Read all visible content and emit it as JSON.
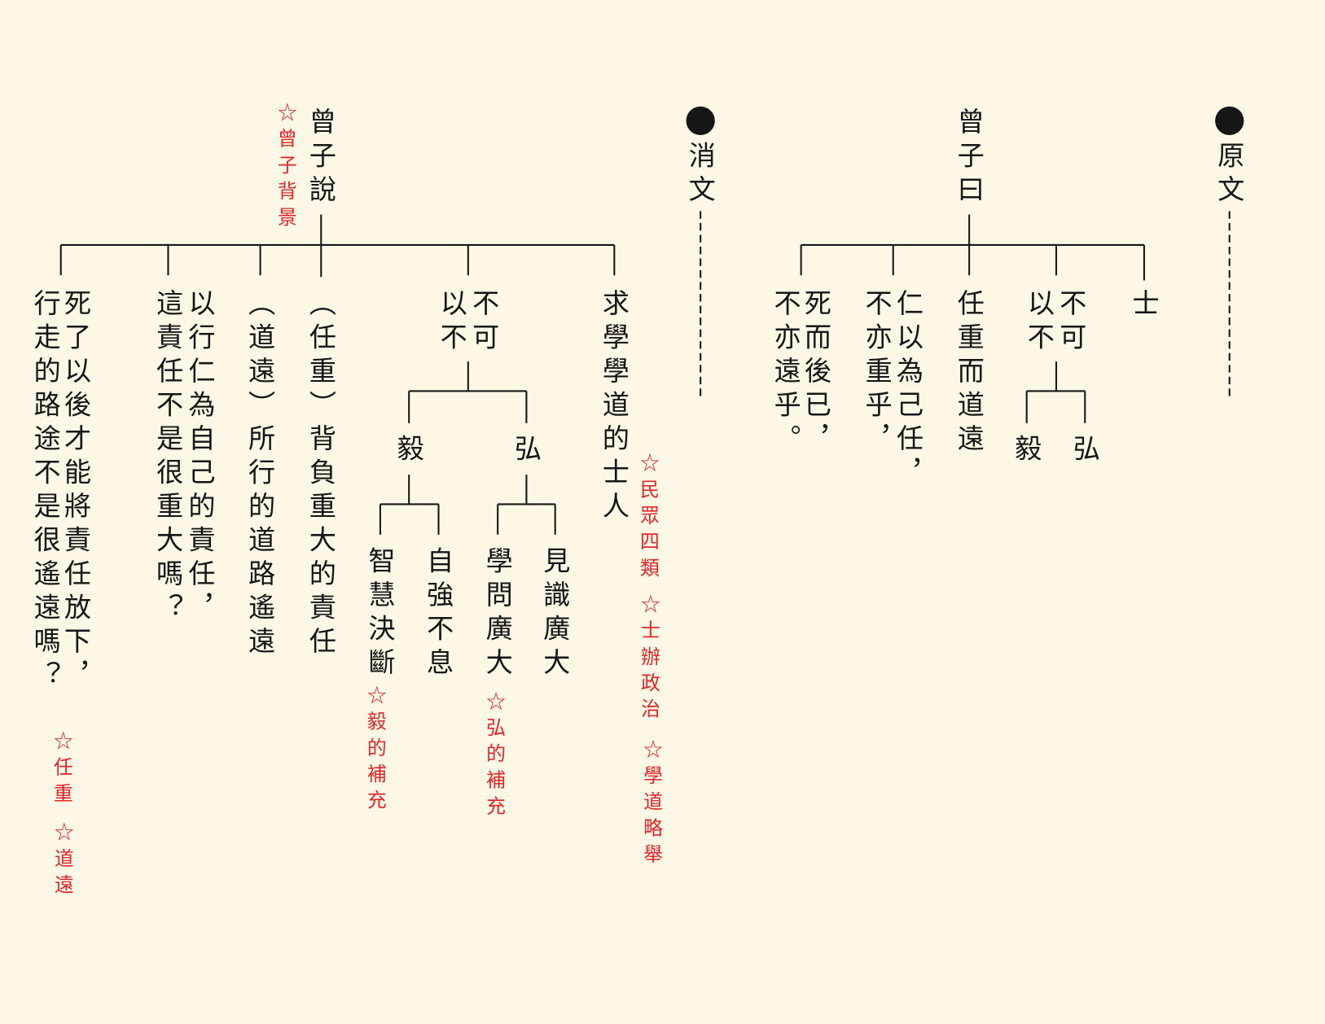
{
  "colors": {
    "background": "#fdf8e6",
    "text": "#161616",
    "note": "#e2262b"
  },
  "yuanwen": {
    "heading": "原文",
    "root": "曾子曰",
    "shi": "士",
    "buke": [
      "不可",
      "以不"
    ],
    "hong": "弘",
    "yi": "毅",
    "renzhong": "任重而道遠",
    "renyi": [
      "仁以為己任，",
      "不亦重乎，"
    ],
    "siyi": [
      "死而後已，",
      "不亦遠乎。"
    ]
  },
  "xiaowen": {
    "heading": "消文",
    "root": "曾子說",
    "root_note": "☆曾子背景",
    "qiuxue": "求學學道的士人",
    "qiuxue_notes": [
      "☆民眾四類",
      "☆士辦政治",
      "☆學道略舉"
    ],
    "buke": [
      "不可",
      "以不"
    ],
    "hong": "弘",
    "yi": "毅",
    "hong_children": [
      "見識廣大",
      "學問廣大"
    ],
    "hong_note": "☆弘的補充",
    "yi_children": [
      "自強不息",
      "智慧決斷"
    ],
    "yi_note": "☆毅的補充",
    "renzhong": "（任重）背負重大的責任",
    "daoyuan": "（道遠）所行的道路遙遠",
    "renyi": [
      "以行仁為自己的責任，",
      "這責任不是很重大嗎？"
    ],
    "siyi": [
      "死了以後才能將責任放下，",
      "行走的路途不是很遙遠嗎？"
    ],
    "siyi_notes": [
      "☆任重",
      "☆道遠"
    ]
  }
}
